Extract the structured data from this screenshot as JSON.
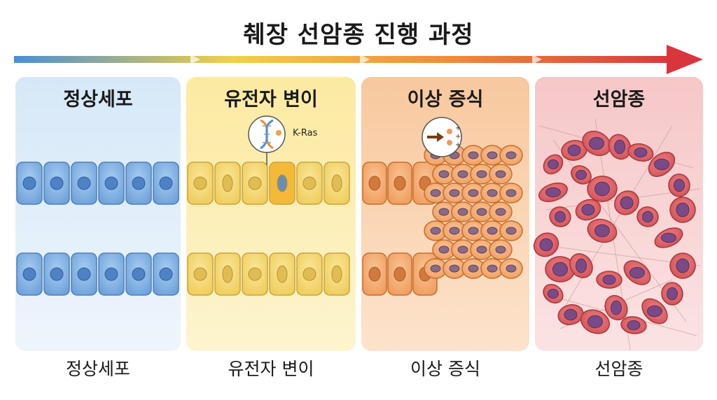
{
  "title": "췌장 선암종 진행 과정",
  "panels": [
    {
      "label": "정상세포",
      "caption": "정상세포",
      "color": "#6fa7e0"
    },
    {
      "label": "유전자 변이",
      "caption": "유전자 변이",
      "color": "#f2d46a"
    },
    {
      "label": "이상 증식",
      "caption": "이상 증식",
      "color": "#f3a36a"
    },
    {
      "label": "선암종",
      "caption": "선암종",
      "color": "#d9505a"
    }
  ],
  "gene_label": "K-Ras",
  "icons": [
    "dna-icon",
    "proliferation-icon"
  ],
  "arrow_colors": [
    "#4a8fd6",
    "#f2d046",
    "#f08a3a",
    "#d9353c"
  ]
}
